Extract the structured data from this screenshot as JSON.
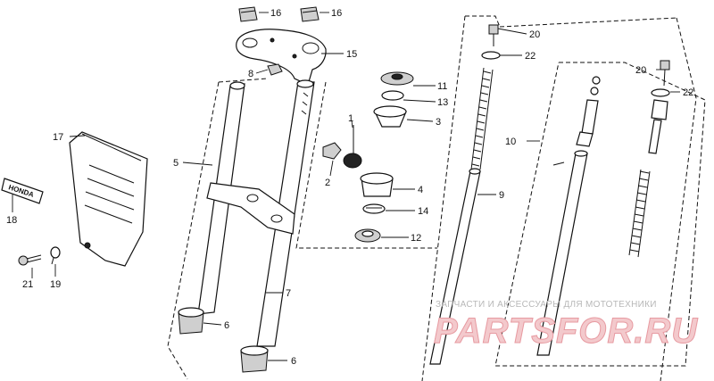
{
  "callouts": {
    "p1": "1",
    "p2": "2",
    "p3": "3",
    "p4": "4",
    "p5": "5",
    "p6a": "6",
    "p6b": "6",
    "p7": "7",
    "p8": "8",
    "p9": "9",
    "p10": "10",
    "p11": "11",
    "p12": "12",
    "p13": "13",
    "p14": "14",
    "p15": "15",
    "p16a": "16",
    "p16b": "16",
    "p17": "17",
    "p18": "18",
    "p19": "19",
    "p20a": "20",
    "p20b": "20",
    "p21": "21",
    "p22a": "22",
    "p22b": "22"
  },
  "emblem_text": "HONDA",
  "watermark": {
    "subtitle": "ЗАПЧАСТИ И АКСЕССУАРЫ ДЛЯ МОТОТЕХНИКИ",
    "brand": "PARTSFOR.RU"
  },
  "colors": {
    "ink": "#111111",
    "watermark_fill": "#f3c9cc",
    "watermark_stroke": "#e79aa1",
    "watermark_subtitle": "#b8b8b8"
  }
}
